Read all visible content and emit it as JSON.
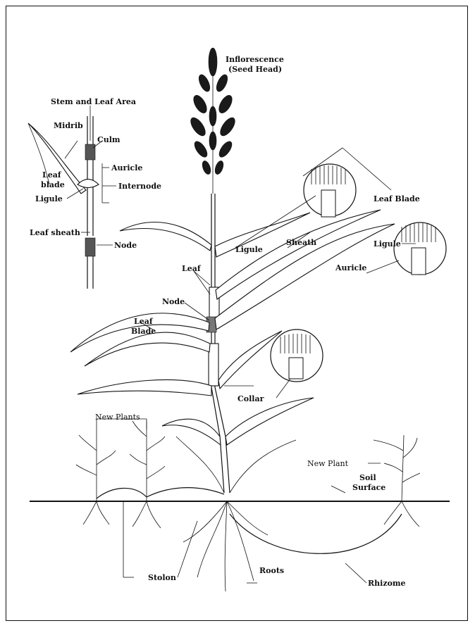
{
  "labels": {
    "inflorescence": "Inflorescence",
    "seed_head": "(Seed Head)",
    "stem_leaf_area": "Stem and Leaf Area",
    "midrib": "Midrib",
    "culm": "Culm",
    "leaf_blade_top": "Leaf",
    "leaf_blade_bottom": "blade",
    "ligule_inset": "Ligule",
    "auricle_inset": "Auricle",
    "internode": "Internode",
    "leaf_sheath": "Leaf sheath",
    "node_inset": "Node",
    "leaf_blade_right": "Leaf Blade",
    "ligule_main": "Ligule",
    "sheath": "Sheath",
    "ligule_right": "Ligule",
    "auricle_right": "Auricle",
    "leaf": "Leaf",
    "node": "Node",
    "leaf_blade_left_top": "Leaf",
    "leaf_blade_left_bottom": "Blade",
    "collar": "Collar",
    "new_plants": "New Plants",
    "new_plant": "New Plant",
    "soil": "Soil",
    "surface": "Surface",
    "stolon": "Stolon",
    "roots": "Roots",
    "rhizome": "Rhizome"
  }
}
